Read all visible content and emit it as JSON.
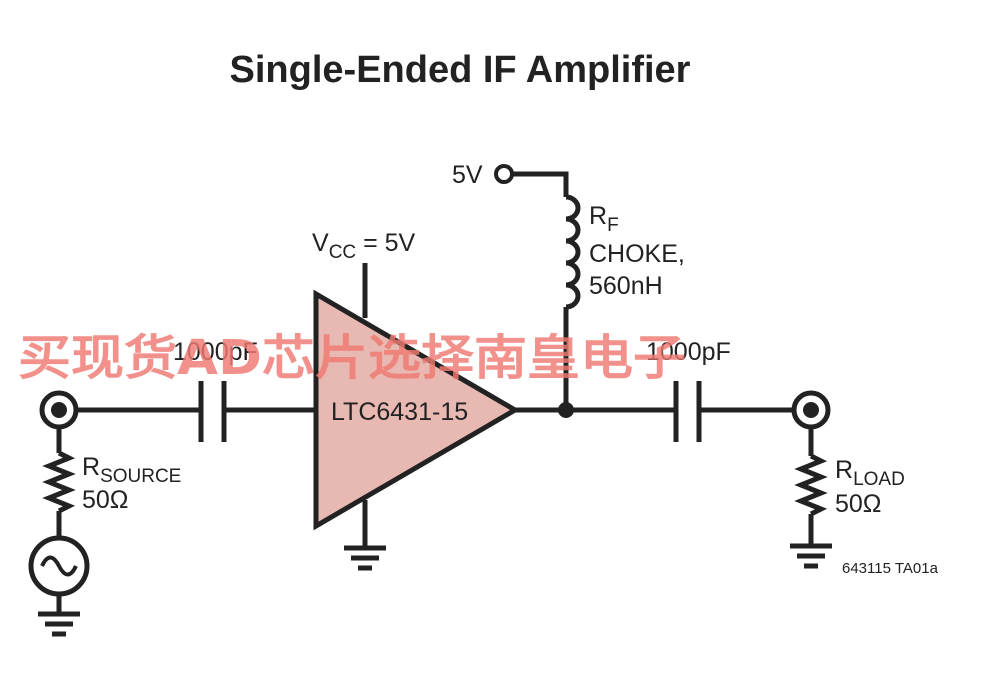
{
  "title": "Single-Ended IF Amplifier",
  "supply_top": "5V",
  "inductor": {
    "name_main": "R",
    "name_sub": "F",
    "line2": "CHOKE,",
    "line3": "560nH"
  },
  "vcc": {
    "main": "V",
    "sub": "CC",
    "value": " = 5V"
  },
  "amplifier_label": "LTC6431-15",
  "amplifier_color": "#e8b8b2",
  "cap_in": "1000pF",
  "cap_out": "1000pF",
  "r_source": {
    "main": "R",
    "sub": "SOURCE",
    "value": "50Ω"
  },
  "r_load": {
    "main": "R",
    "sub": "LOAD",
    "value": "50Ω"
  },
  "figure_code": "643115 TA01a",
  "watermark": "买现货AD芯片选择南皇电子"
}
